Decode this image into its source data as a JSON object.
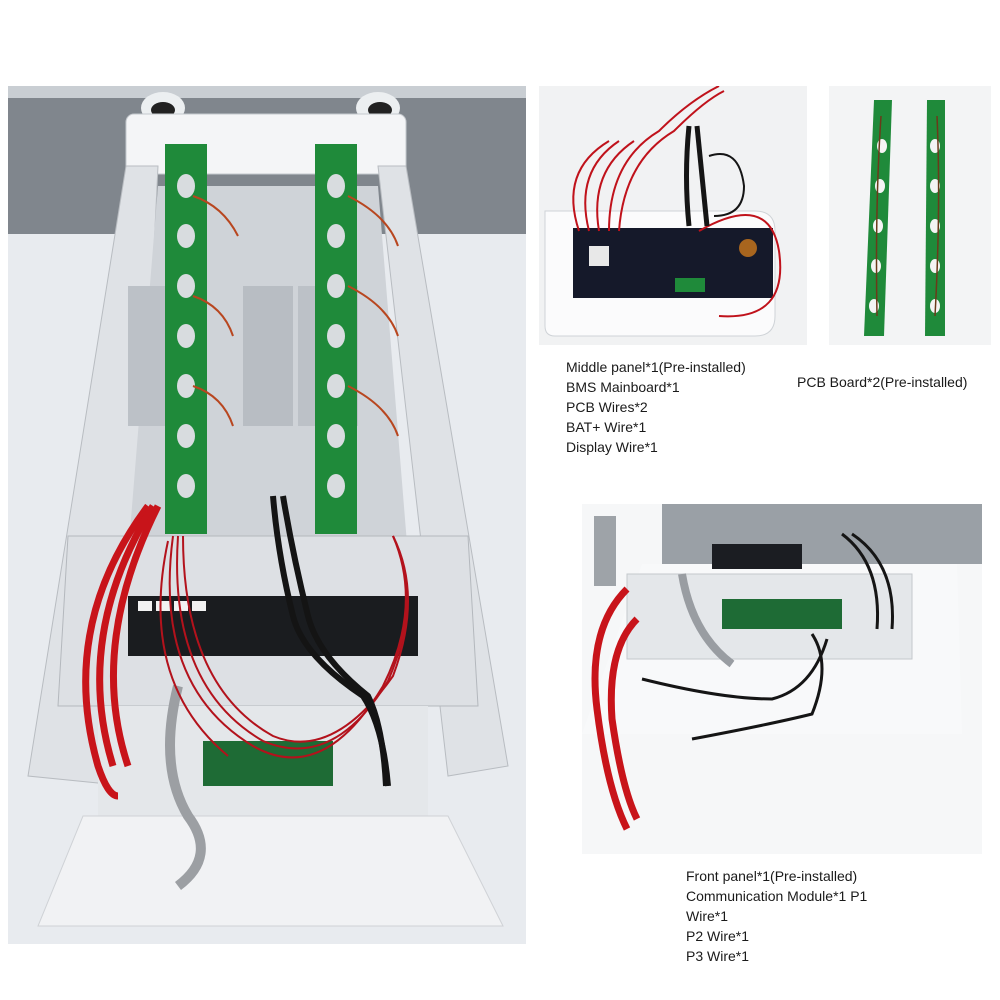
{
  "photos": {
    "main": {
      "label": "battery-enclosure-assembled"
    },
    "middle_panel": {
      "label": "middle-panel-with-bms"
    },
    "pcb_boards": {
      "label": "pcb-boards-pair"
    },
    "front_panel": {
      "label": "front-panel-with-communication-module"
    }
  },
  "captions": {
    "middle_panel": {
      "lines": [
        "Middle panel*1(Pre-installed)",
        "BMS Mainboard*1",
        "PCB Wires*2",
        "BAT+ Wire*1",
        "Display Wire*1"
      ]
    },
    "pcb_boards": {
      "lines": [
        "PCB Board*2(Pre-installed)"
      ]
    },
    "front_panel": {
      "lines": [
        "Front panel*1(Pre-installed)",
        "Communication Module*1 P1",
        "Wire*1",
        "P2 Wire*1",
        "P3 Wire*1"
      ]
    }
  },
  "colors": {
    "pcb_green": "#1f8a3a",
    "wire_red": "#c8141a",
    "wire_black": "#151515",
    "panel_white": "#e9ecef",
    "wall_gray": "#7f858c"
  }
}
